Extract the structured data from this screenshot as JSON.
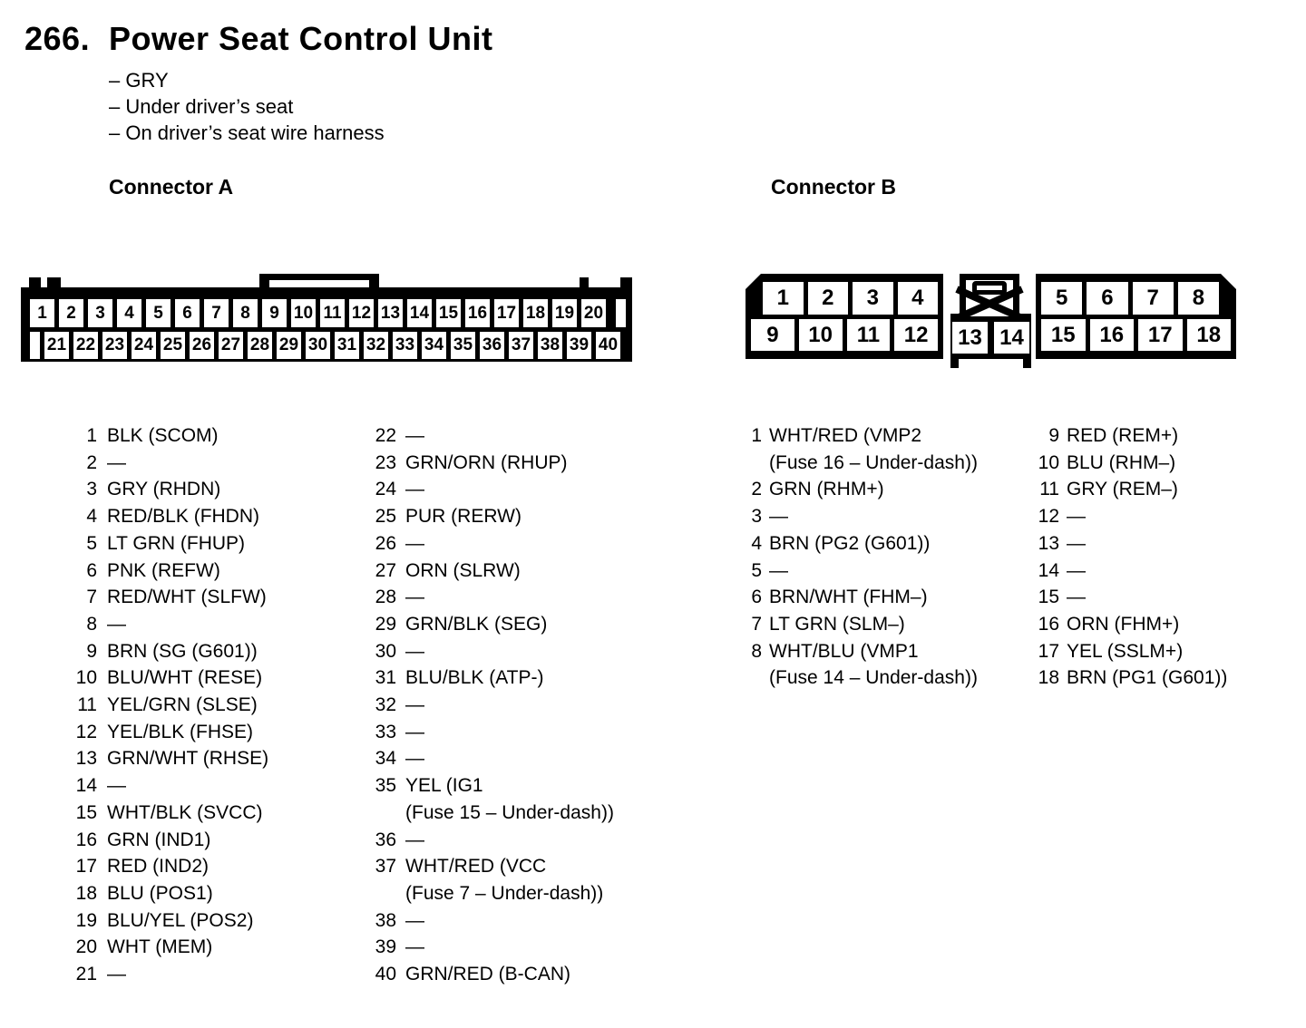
{
  "colors": {
    "ink": "#000000",
    "paper": "#ffffff"
  },
  "page": {
    "title_number": "266.",
    "title": "Power Seat Control Unit",
    "bullets": [
      "– GRY",
      "– Under driver’s seat",
      "– On driver’s seat wire harness"
    ]
  },
  "connector_a": {
    "heading": "Connector A",
    "row1": [
      "1",
      "2",
      "3",
      "4",
      "5",
      "6",
      "7",
      "8",
      "9",
      "10",
      "11",
      "12",
      "13",
      "14",
      "15",
      "16",
      "17",
      "18",
      "19",
      "20"
    ],
    "row2": [
      "21",
      "22",
      "23",
      "24",
      "25",
      "26",
      "27",
      "28",
      "29",
      "30",
      "31",
      "32",
      "33",
      "34",
      "35",
      "36",
      "37",
      "38",
      "39",
      "40"
    ],
    "col1": [
      {
        "n": "1",
        "label": "BLK (SCOM)"
      },
      {
        "n": "2",
        "label": "—"
      },
      {
        "n": "3",
        "label": "GRY (RHDN)"
      },
      {
        "n": "4",
        "label": "RED/BLK (FHDN)"
      },
      {
        "n": "5",
        "label": "LT GRN (FHUP)"
      },
      {
        "n": "6",
        "label": "PNK (REFW)"
      },
      {
        "n": "7",
        "label": "RED/WHT (SLFW)"
      },
      {
        "n": "8",
        "label": "—"
      },
      {
        "n": "9",
        "label": "BRN (SG (G601))"
      },
      {
        "n": "10",
        "label": "BLU/WHT (RESE)"
      },
      {
        "n": "11",
        "label": "YEL/GRN (SLSE)"
      },
      {
        "n": "12",
        "label": "YEL/BLK (FHSE)"
      },
      {
        "n": "13",
        "label": "GRN/WHT (RHSE)"
      },
      {
        "n": "14",
        "label": "—"
      },
      {
        "n": "15",
        "label": "WHT/BLK (SVCC)"
      },
      {
        "n": "16",
        "label": "GRN (IND1)"
      },
      {
        "n": "17",
        "label": "RED (IND2)"
      },
      {
        "n": "18",
        "label": "BLU (POS1)"
      },
      {
        "n": "19",
        "label": "BLU/YEL (POS2)"
      },
      {
        "n": "20",
        "label": "WHT (MEM)"
      },
      {
        "n": "21",
        "label": "—"
      }
    ],
    "col2": [
      {
        "n": "22",
        "label": "—"
      },
      {
        "n": "23",
        "label": "GRN/ORN (RHUP)"
      },
      {
        "n": "24",
        "label": "—"
      },
      {
        "n": "25",
        "label": "PUR (RERW)"
      },
      {
        "n": "26",
        "label": "—"
      },
      {
        "n": "27",
        "label": "ORN (SLRW)"
      },
      {
        "n": "28",
        "label": "—"
      },
      {
        "n": "29",
        "label": "GRN/BLK (SEG)"
      },
      {
        "n": "30",
        "label": "—"
      },
      {
        "n": "31",
        "label": "BLU/BLK (ATP-)"
      },
      {
        "n": "32",
        "label": "—"
      },
      {
        "n": "33",
        "label": "—"
      },
      {
        "n": "34",
        "label": "—"
      },
      {
        "n": "35",
        "label": "YEL (IG1",
        "note": "(Fuse 15 – Under-dash))"
      },
      {
        "n": "36",
        "label": "—"
      },
      {
        "n": "37",
        "label": "WHT/RED (VCC",
        "note": "(Fuse 7 – Under-dash))"
      },
      {
        "n": "38",
        "label": "—"
      },
      {
        "n": "39",
        "label": "—"
      },
      {
        "n": "40",
        "label": "GRN/RED (B-CAN)"
      }
    ]
  },
  "connector_b": {
    "heading": "Connector B",
    "top_left": [
      "1",
      "2",
      "3",
      "4"
    ],
    "top_right": [
      "5",
      "6",
      "7",
      "8"
    ],
    "bottom_left": [
      "9",
      "10",
      "11",
      "12"
    ],
    "bottom_mid": [
      "13",
      "14"
    ],
    "bottom_right": [
      "15",
      "16",
      "17",
      "18"
    ],
    "col1": [
      {
        "n": "1",
        "label": "WHT/RED (VMP2",
        "note": "(Fuse 16 – Under-dash))"
      },
      {
        "n": "2",
        "label": "GRN (RHM+)"
      },
      {
        "n": "3",
        "label": "—"
      },
      {
        "n": "4",
        "label": "BRN (PG2 (G601))"
      },
      {
        "n": "5",
        "label": "—"
      },
      {
        "n": "6",
        "label": "BRN/WHT (FHM–)"
      },
      {
        "n": "7",
        "label": "LT GRN (SLM–)"
      },
      {
        "n": "8",
        "label": "WHT/BLU (VMP1",
        "note": "(Fuse 14 – Under-dash))"
      }
    ],
    "col2": [
      {
        "n": "9",
        "label": "RED (REM+)"
      },
      {
        "n": "10",
        "label": "BLU (RHM–)"
      },
      {
        "n": "11",
        "label": "GRY (REM–)"
      },
      {
        "n": "12",
        "label": "—"
      },
      {
        "n": "13",
        "label": "—"
      },
      {
        "n": "14",
        "label": "—"
      },
      {
        "n": "15",
        "label": "—"
      },
      {
        "n": "16",
        "label": "ORN (FHM+)"
      },
      {
        "n": "17",
        "label": "YEL (SSLM+)"
      },
      {
        "n": "18",
        "label": "BRN (PG1 (G601))"
      }
    ]
  }
}
